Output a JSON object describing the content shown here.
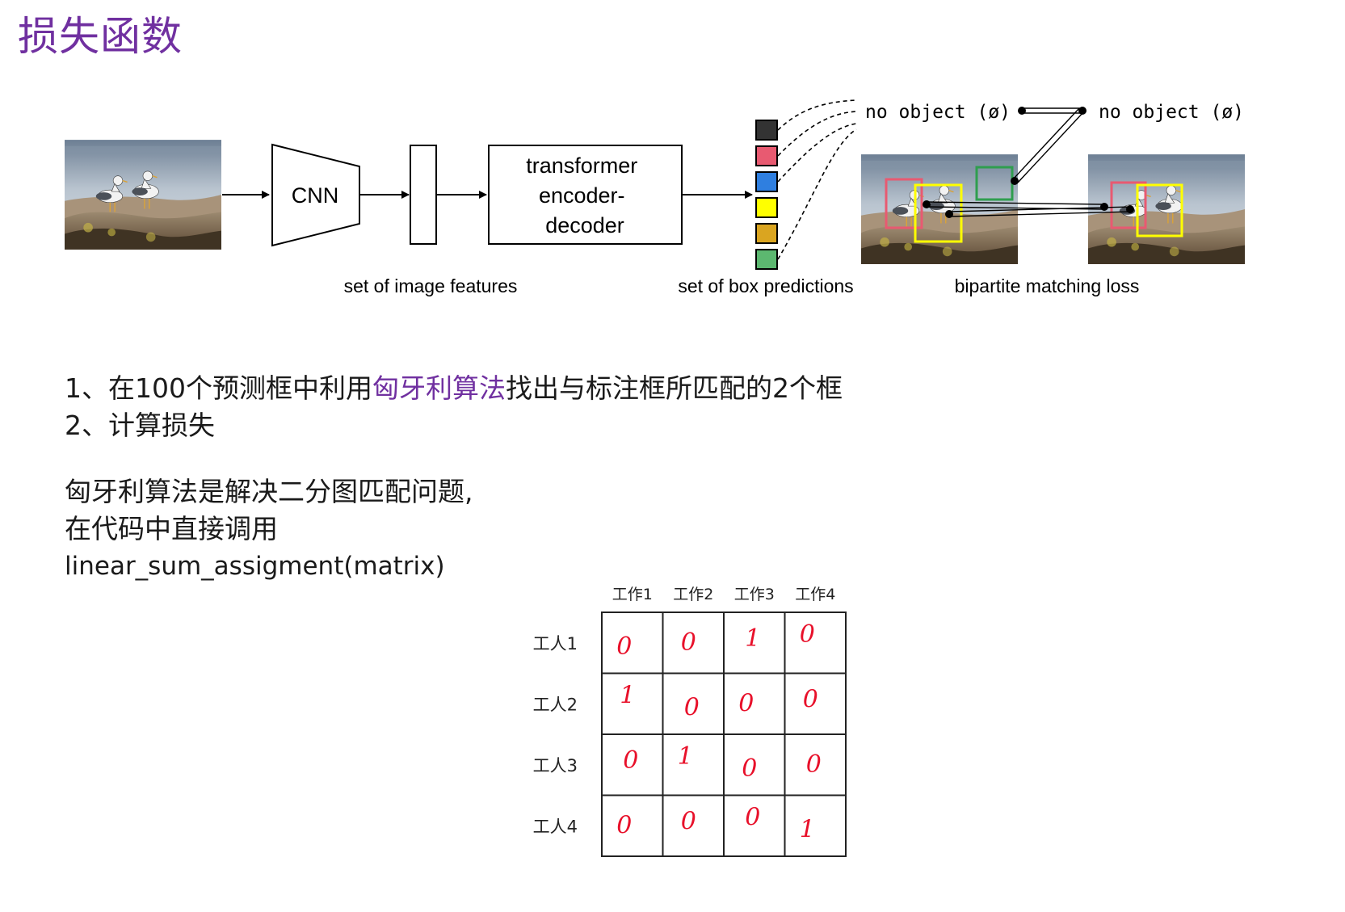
{
  "title": "损失函数",
  "diagram": {
    "cnn_label": "CNN",
    "transformer_label": [
      "transformer",
      "encoder-",
      "decoder"
    ],
    "caption_features": "set of image features",
    "caption_predictions": "set of box predictions",
    "caption_loss": "bipartite matching loss",
    "no_object_left": "no object (ø)",
    "no_object_right": "no object (ø)",
    "prediction_colors": [
      "#333333",
      "#e85a71",
      "#2f7fe0",
      "#ffff00",
      "#daa520",
      "#5cb870"
    ]
  },
  "steps": {
    "s1_num": "1、",
    "s1_a": "在100个预测框中利用",
    "s1_hl": "匈牙利算法",
    "s1_b": "找出与标注框所匹配的2个框",
    "s2_num": "2、",
    "s2_text": "计算损失"
  },
  "note": {
    "line1": "匈牙利算法是解决二分图匹配问题,",
    "line2": "在代码中直接调用",
    "line3": "linear_sum_assigment(matrix)"
  },
  "assignment": {
    "col_headers": [
      "工作1",
      "工作2",
      "工作3",
      "工作4"
    ],
    "row_headers": [
      "工人1",
      "工人2",
      "工人3",
      "工人4"
    ],
    "grid": [
      [
        "0",
        "0",
        "1",
        "0"
      ],
      [
        "1",
        "0",
        "0",
        "0"
      ],
      [
        "0",
        "1",
        "0",
        "0"
      ],
      [
        "0",
        "0",
        "0",
        "1"
      ]
    ],
    "mark_color": "#e8102a"
  }
}
